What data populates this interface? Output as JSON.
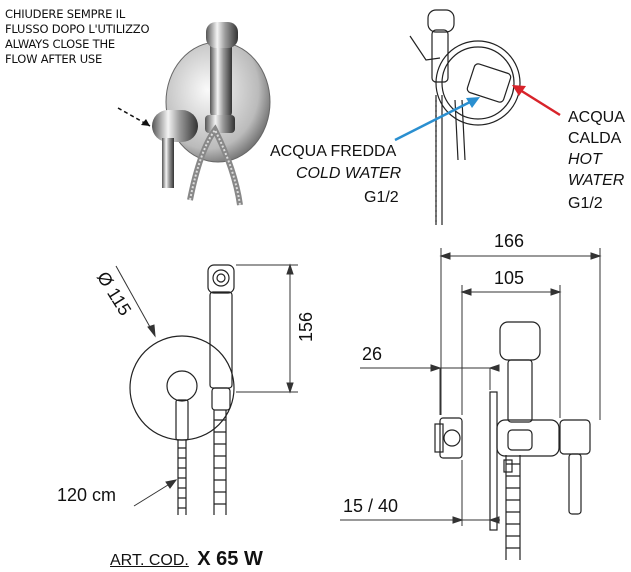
{
  "notice": {
    "line1": "CHIUDERE SEMPRE IL",
    "line2": "FLUSSO DOPO L'UTILIZZO",
    "line3": "ALWAYS CLOSE THE",
    "line4": "FLOW AFTER  USE"
  },
  "cold": {
    "it": "ACQUA FREDDA",
    "en": "COLD WATER",
    "thread": "G1/2",
    "color": "#2a8fd0"
  },
  "hot": {
    "it1": "ACQUA",
    "it2": "CALDA",
    "en1": "HOT",
    "en2": "WATER",
    "thread": "G1/2",
    "color": "#d8232a"
  },
  "dims": {
    "diameter": "Ø 115",
    "height": "156",
    "hose": "120 cm",
    "total_width": "166",
    "inner_width": "105",
    "offset": "26",
    "depth": "15 / 40"
  },
  "article": {
    "prefix": "ART. COD.",
    "code": "X 65 W"
  }
}
